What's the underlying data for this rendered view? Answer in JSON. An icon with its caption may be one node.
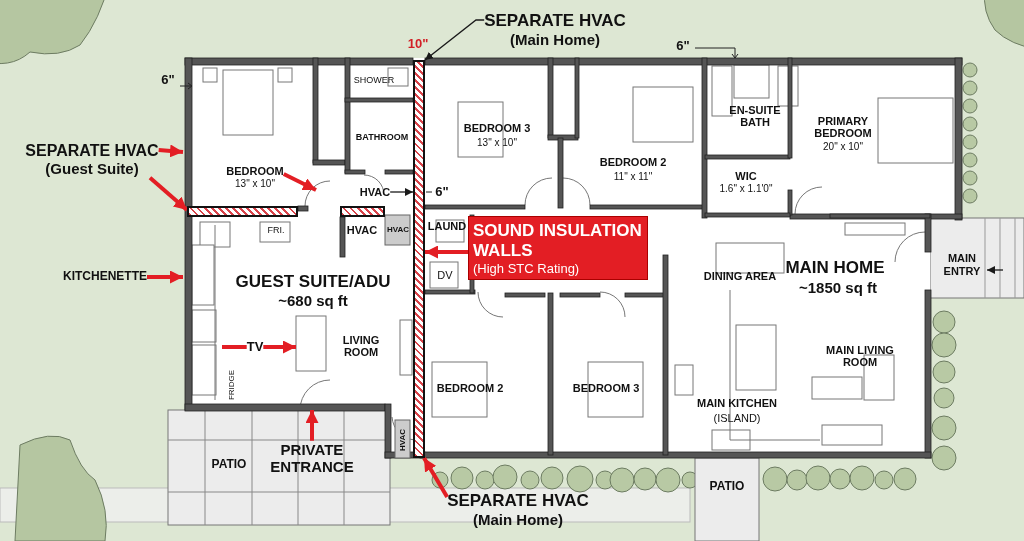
{
  "diagram": {
    "nodes": [
      {
        "text": [
          "SEPARATE HVAC",
          "(Main Home)"
        ]
      },
      {
        "text": [],
        "shape": "bar"
      },
      {
        "text": [
          "SEPARATE HVAC",
          "(Guest Suite)"
        ]
      },
      {
        "text": [],
        "shape": "bar"
      },
      {
        "text": [
          "BEDROOM",
          "13\" x 10\""
        ]
      },
      {
        "text": [
          "HVAC"
        ]
      },
      {
        "text": [
          "KITCHENETTE"
        ]
      },
      {
        "text": [
          "TV"
        ]
      },
      {
        "text": [
          "SOUND INSULATION WALLS",
          "(High STC Rating)"
        ]
      },
      {
        "text": [
          "PRIVATE ENTRANCE"
        ]
      },
      {
        "text": [
          "SEPARATE HVAC",
          "(Main Home)"
        ]
      },
      {
        "text": [
          "MAIN ENTRY"
        ]
      }
    ],
    "edges": [
      {
        "from": 0,
        "to": 1,
        "arrow": "to",
        "color": "#1a1a1a"
      },
      {
        "from": 2,
        "to": null,
        "arrow": "to"
      },
      {
        "from": 2,
        "to": 3,
        "arrow": "to"
      },
      {
        "from": 4,
        "to": null,
        "arrow": "to"
      },
      {
        "from": 5,
        "to": 1,
        "arrow": "to",
        "color": "#1a1a1a"
      },
      {
        "from": 6,
        "to": null,
        "arrow": "to"
      },
      {
        "from": null,
        "to": 7,
        "arrow": "none"
      },
      {
        "from": 7,
        "to": null,
        "arrow": "to"
      },
      {
        "from": 8,
        "to": 1,
        "arrow": "to"
      },
      {
        "from": 9,
        "to": null,
        "arrow": "to"
      },
      {
        "from": 10,
        "to": 1,
        "arrow": "to"
      },
      {
        "from": null,
        "to": 11,
        "arrow": "to",
        "color": "#1a1a1a"
      }
    ],
    "labels": [
      "10\"",
      "6\"",
      "6\"",
      "SHOWER",
      "BEDROOM 3",
      "13\" x 10\"",
      "BATHROOM",
      "EN-SUITE BATH",
      "PRIMARY BEDROOM",
      "20\" x 10\"",
      "BEDROOM 2",
      "11\" x 11\"",
      "6\"",
      "WIC",
      "1.6\" x 1.1'0\"",
      "FRI.",
      "HVAC",
      "HVAC",
      "LAUND",
      "DINING AREA",
      "MAIN HOME",
      "~1850 sq ft",
      "GUEST SUITE/ADU",
      "~680 sq ft",
      "DV",
      "LIVING ROOM",
      "MAIN LIVING ROOM",
      "BEDROOM 2",
      "BEDROOM 3",
      "FRIDGE",
      "MAIN KITCHEN",
      "(ISLAND)",
      "HVAC",
      "PATIO",
      "PATIO"
    ]
  }
}
